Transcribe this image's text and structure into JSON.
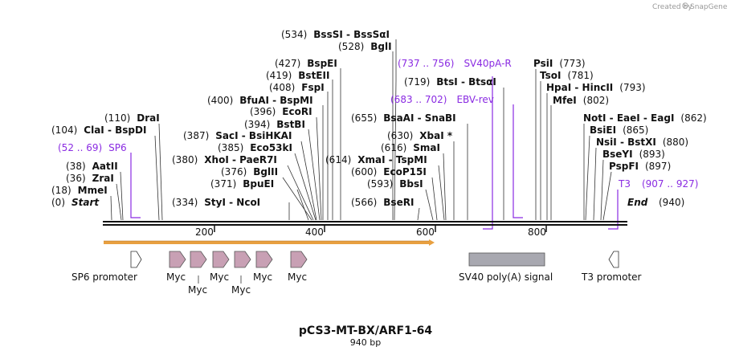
{
  "credit": {
    "created_by": "Created by",
    "brand": "SnapGene"
  },
  "map": {
    "name": "pCS3-MT-BX/ARF1-64",
    "length_text": "940 bp",
    "start": "Start",
    "end": "End",
    "end_pos": "(940)",
    "start_pos": "(0)"
  },
  "ruler": [
    "200",
    "400",
    "600",
    "800"
  ],
  "enzymes": [
    {
      "pos": "(534)",
      "name": "BssSI  -  BssSαI"
    },
    {
      "pos": "(528)",
      "name": "BglI"
    },
    {
      "pos": "(427)",
      "name": "BspEI"
    },
    {
      "pos": "(419)",
      "name": "BstEII"
    },
    {
      "pos": "(408)",
      "name": "FspI"
    },
    {
      "pos": "(400)",
      "name": "BfuAI  -  BspMI"
    },
    {
      "pos": "(396)",
      "name": "EcoRI"
    },
    {
      "pos": "(394)",
      "name": "BstBI"
    },
    {
      "pos": "(387)",
      "name": "SacI  -  BsiHKAI"
    },
    {
      "pos": "(385)",
      "name": "Eco53kI"
    },
    {
      "pos": "(380)",
      "name": "XhoI  -  PaeR7I"
    },
    {
      "pos": "(376)",
      "name": "BglII"
    },
    {
      "pos": "(371)",
      "name": "BpuEI"
    },
    {
      "pos": "(334)",
      "name": "StyI  -  NcoI"
    },
    {
      "pos": "(110)",
      "name": "DraI"
    },
    {
      "pos": "(104)",
      "name": "ClaI  -  BspDI"
    },
    {
      "pos": "(38)",
      "name": "AatII"
    },
    {
      "pos": "(36)",
      "name": "ZraI"
    },
    {
      "pos": "(18)",
      "name": "MmeI"
    },
    {
      "pos": "(719)",
      "name": "BtsI  -  BtsαI"
    },
    {
      "pos": "(655)",
      "name": "BsaAI  -  SnaBI"
    },
    {
      "pos": "(630)",
      "name": "XbaI *"
    },
    {
      "pos": "(616)",
      "name": "SmaI"
    },
    {
      "pos": "(614)",
      "name": "XmaI  -  TspMI"
    },
    {
      "pos": "(600)",
      "name": "EcoP15I"
    },
    {
      "pos": "(593)",
      "name": "BbsI"
    },
    {
      "pos": "(566)",
      "name": "BseRI"
    },
    {
      "pos": "(773)",
      "name": "PsiI"
    },
    {
      "pos": "(781)",
      "name": "TsoI"
    },
    {
      "pos": "(793)",
      "name": "HpaI  -  HincII"
    },
    {
      "pos": "(802)",
      "name": "MfeI"
    },
    {
      "pos": "(862)",
      "name": "NotI  -  EaeI  -  EagI"
    },
    {
      "pos": "(865)",
      "name": "BsiEI"
    },
    {
      "pos": "(880)",
      "name": "NsiI  -  BstXI"
    },
    {
      "pos": "(893)",
      "name": "BseYI"
    },
    {
      "pos": "(897)",
      "name": "PspFI"
    }
  ],
  "primers": [
    {
      "range": "(52 .. 69)",
      "name": "SP6"
    },
    {
      "range": "(737 .. 756)",
      "name": "SV40pA-R"
    },
    {
      "range": "(683 .. 702)",
      "name": "EBV-rev"
    },
    {
      "range": "(907 .. 927)",
      "name": "T3"
    }
  ],
  "features": [
    {
      "label": "SP6 promoter"
    },
    {
      "label": "Myc"
    },
    {
      "label": "Myc"
    },
    {
      "label": "Myc"
    },
    {
      "label": "Myc"
    },
    {
      "label": "Myc"
    },
    {
      "label": "Myc"
    },
    {
      "label": "SV40 poly(A) signal"
    },
    {
      "label": "T3 promoter"
    }
  ],
  "colors": {
    "primer": "#8a2be2",
    "myc": "#c8a0b4",
    "orf": "#e8a040",
    "polyA": "#a8a8b0"
  }
}
